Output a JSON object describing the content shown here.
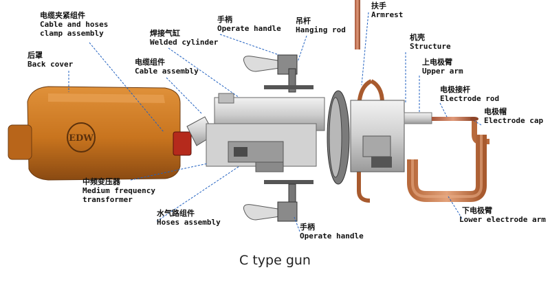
{
  "labels": {
    "cable_hoses_clamp": {
      "cn": "电缆夹紧组件",
      "en1": "Cable and hoses",
      "en2": "clamp assembly"
    },
    "back_cover": {
      "cn": "后罩",
      "en": "Back cover"
    },
    "welded_cylinder": {
      "cn": "焊接气缸",
      "en": "Welded cylinder"
    },
    "cable_assembly": {
      "cn": "电缆组件",
      "en": "Cable assembly"
    },
    "operate_handle_top": {
      "cn": "手柄",
      "en": "Operate handle"
    },
    "hanging_rod": {
      "cn": "吊杆",
      "en": "Hanging rod"
    },
    "armrest": {
      "cn": "扶手",
      "en": "Armrest"
    },
    "structure": {
      "cn": "机壳",
      "en": "Structure"
    },
    "upper_arm": {
      "cn": "上电极臂",
      "en": "Upper arm"
    },
    "electrode_rod": {
      "cn": "电极接杆",
      "en": "Electrode rod"
    },
    "electrode_cap": {
      "cn": "电极帽",
      "en": "Electrode cap"
    },
    "transformer": {
      "cn": "中频变压器",
      "en1": "Medium frequency",
      "en2": "transformer"
    },
    "hoses_assembly": {
      "cn": "水气路组件",
      "en": "Hoses assembly"
    },
    "operate_handle_bottom": {
      "cn": "手柄",
      "en": "Operate handle"
    },
    "lower_arm": {
      "cn": "下电极臂",
      "en": "Lower electrode arm"
    }
  },
  "caption": "C type gun",
  "colors": {
    "cover": "#c8741e",
    "copper": "#c9784a",
    "steel": "#d9d9d9",
    "dark": "#3a3a3a"
  }
}
